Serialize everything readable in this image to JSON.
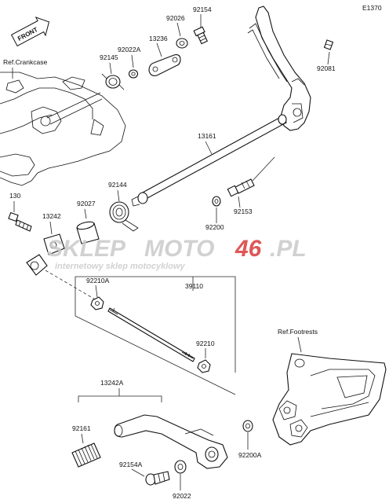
{
  "diagram_id": "E1370",
  "direction_label": "FRONT",
  "refs": {
    "crankcase": "Ref.Crankcase",
    "footrests": "Ref.Footrests"
  },
  "parts": {
    "p92154_top": "92154",
    "p92026": "92026",
    "p13236": "13236",
    "p92022a": "92022A",
    "p92145": "92145",
    "p92081": "92081",
    "p13161": "13161",
    "p92144": "92144",
    "p92027": "92027",
    "p130": "130",
    "p13242": "13242",
    "p92153": "92153",
    "p92200": "92200",
    "p92210a": "92210A",
    "p39110": "39110",
    "p92210": "92210",
    "p13242a": "13242A",
    "p92161": "92161",
    "p92154a": "92154A",
    "p92022": "92022",
    "p92200a": "92200A"
  },
  "watermark": {
    "brand_left": "SKLEP",
    "brand_mid": "MOTO",
    "brand_num": "46",
    "brand_tld": ".PL",
    "tagline": "internetowy sklep motocyklowy",
    "brand_color": "#d93a3a",
    "gray_color": "#c9c9c9"
  }
}
